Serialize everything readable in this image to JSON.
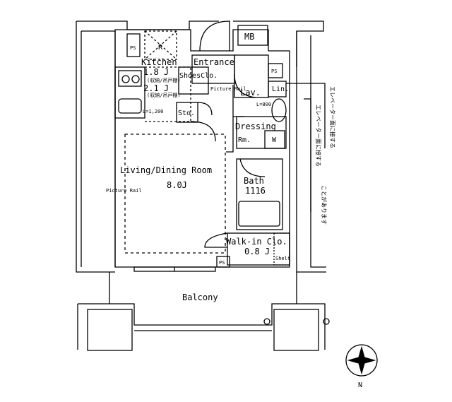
{
  "rooms": {
    "kitchen": {
      "label": "Kitchen",
      "size1": "1.8 J",
      "size2": "2.1 J"
    },
    "fridge_mark": "R",
    "entrance": "Entrance",
    "shoes_closet": "ShoesClo.",
    "storage": "Sto.",
    "lavatory": "Lav.",
    "linen": "Lin.",
    "dressing": {
      "label1": "Dressing",
      "label2": "Rm.",
      "w_mark": "W"
    },
    "living": {
      "label": "Living/Dining Room",
      "size": "8.0J"
    },
    "bath": {
      "label": "Bath",
      "size": "1116"
    },
    "walkin": {
      "label": "Walk-in Clo.",
      "size": "0.8 J"
    },
    "shelf": "Shelf",
    "balcony": "Balcony",
    "mb": "MB"
  },
  "marks": {
    "ps": "PS",
    "picture_rail": "Picture Rail",
    "picture_rail_short": "Picture Rail",
    "kitchen_note1": "(収納/吊戸棚)",
    "kitchen_note2": "(収納/吊戸棚)",
    "width_kitchen": "L=1,200",
    "width_lav": "L=800"
  },
  "side_notes": [
    "エレベーター面に接する",
    "エレベーター面に接する",
    "ことがあります"
  ],
  "compass": {
    "label": "N"
  }
}
